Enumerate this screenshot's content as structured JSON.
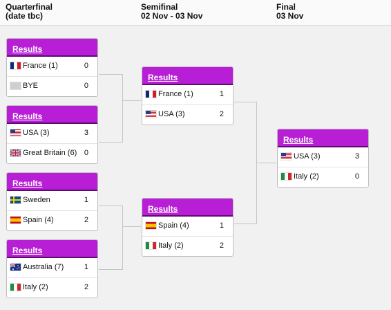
{
  "columns": [
    {
      "title": "Quarterfinal",
      "subtitle": "(date tbc)"
    },
    {
      "title": "Semifinal",
      "subtitle": "02 Nov - 03 Nov"
    },
    {
      "title": "Final",
      "subtitle": "03 Nov"
    }
  ],
  "results_label": "Results",
  "quarterfinals": [
    {
      "teams": [
        {
          "name": "France (1)",
          "score": "0",
          "flag": "france-flag"
        },
        {
          "name": "BYE",
          "score": "0",
          "flag": "bye-placeholder"
        }
      ]
    },
    {
      "teams": [
        {
          "name": "USA (3)",
          "score": "3",
          "flag": "usa-flag"
        },
        {
          "name": "Great Britain (6)",
          "score": "0",
          "flag": "great-britain-flag"
        }
      ]
    },
    {
      "teams": [
        {
          "name": "Sweden",
          "score": "1",
          "flag": "sweden-flag"
        },
        {
          "name": "Spain (4)",
          "score": "2",
          "flag": "spain-flag"
        }
      ]
    },
    {
      "teams": [
        {
          "name": "Australia (7)",
          "score": "1",
          "flag": "australia-flag"
        },
        {
          "name": "Italy (2)",
          "score": "2",
          "flag": "italy-flag"
        }
      ]
    }
  ],
  "semifinals": [
    {
      "teams": [
        {
          "name": "France (1)",
          "score": "1",
          "flag": "france-flag"
        },
        {
          "name": "USA (3)",
          "score": "2",
          "flag": "usa-flag"
        }
      ]
    },
    {
      "teams": [
        {
          "name": "Spain (4)",
          "score": "1",
          "flag": "spain-flag"
        },
        {
          "name": "Italy (2)",
          "score": "2",
          "flag": "italy-flag"
        }
      ]
    }
  ],
  "final": [
    {
      "teams": [
        {
          "name": "USA (3)",
          "score": "3",
          "flag": "usa-flag"
        },
        {
          "name": "Italy (2)",
          "score": "0",
          "flag": "italy-flag"
        }
      ]
    }
  ],
  "colors": {
    "results_header": "#b81ed6",
    "results_header_border": "#5e0b6e",
    "background": "#f1f1f1",
    "connector": "#c4c4c4"
  }
}
